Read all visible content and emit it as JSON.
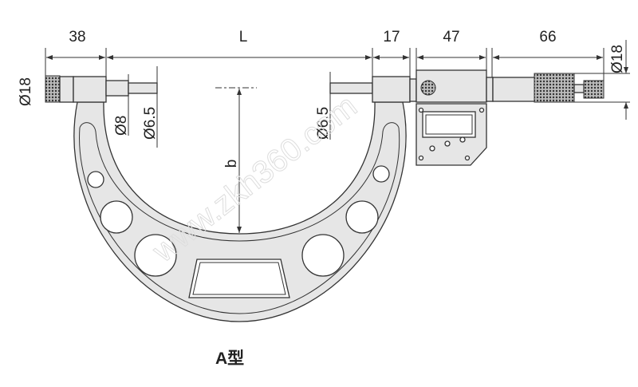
{
  "dimensions": {
    "left_head_length": "38",
    "span": "L",
    "right_body_length": "17",
    "digital_head_length": "47",
    "thimble_length": "66",
    "left_diameter": "Ø18",
    "right_diameter": "Ø18",
    "anvil_diameter": "Ø8",
    "anvil_tip_diameter": "Ø6.5",
    "spindle_diameter": "Ø6.5",
    "depth": "b"
  },
  "caption": "A型",
  "watermark": "www.zkh360.com",
  "colors": {
    "body": "#e6e6e6",
    "line": "#333333"
  }
}
